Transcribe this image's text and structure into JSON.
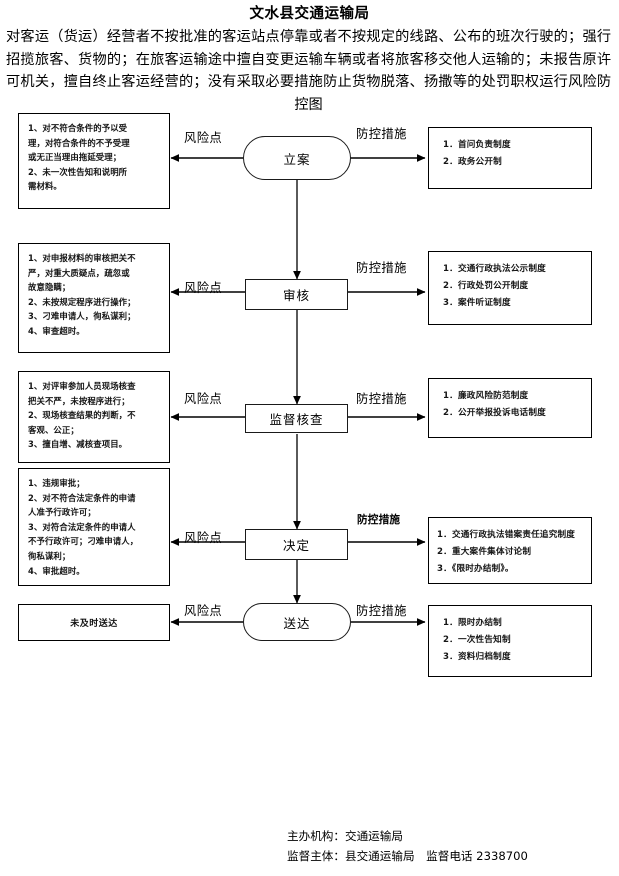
{
  "header": {
    "title": "文水县交通运输局",
    "subtitle": "对客运（货运）经营者不按批准的客运站点停靠或者不按规定的线路、公布的班次行驶的；强行招揽旅客、货物的；在旅客运输途中擅自变更运输车辆或者将旅客移交他人运输的；未报告原许可机关，擅自终止客运经营的；没有采取必要措施防止货物脱落、扬撒等的处罚职权运行风险防控图"
  },
  "labels": {
    "risk_point": "风险点",
    "control_measure": "防控措施"
  },
  "rows": [
    {
      "id": "liap",
      "node": "立案",
      "node_shape": "stadium",
      "risk_lines": [
        "1、对不符合条件的予以受",
        "理，对符合条件的不予受理",
        "或无正当理由拖延受理；",
        "2、未一次性告知和说明所",
        "需材料。"
      ],
      "measure_lines": [
        "1．首问负责制度",
        "2．政务公开制"
      ]
    },
    {
      "id": "shenhe",
      "node": "审核",
      "node_shape": "rect",
      "risk_lines": [
        "1、对申报材料的审核把关不",
        "严，对重大质疑点，疏忽或",
        "故意隐瞒；",
        "2、未按规定程序进行操作；",
        "3、刁难申请人，徇私谋利；",
        "4、审查超时。"
      ],
      "measure_lines": [
        "1．交通行政执法公示制度",
        "2．行政处罚公开制度",
        "3．案件听证制度"
      ]
    },
    {
      "id": "jiandu",
      "node": "监督核查",
      "node_shape": "rect",
      "risk_lines": [
        "1、对评审参加人员现场核查",
        "把关不严，未按程序进行；",
        "2、现场核查结果的判断，不",
        "客观、公正；",
        "3、擅自增、减核查项目。"
      ],
      "measure_lines": [
        "1．廉政风险防范制度",
        "2．公开举报投诉电话制度"
      ]
    },
    {
      "id": "jueding",
      "node": "决定",
      "node_shape": "rect",
      "risk_lines": [
        "1、违规审批；",
        "2、对不符合法定条件的申请",
        "人准予行政许可；",
        "3、对符合法定条件的申请人",
        "不予行政许可；刁难申请人，",
        "徇私谋利；",
        "4、审批超时。"
      ],
      "measure_lines": [
        "1．交通行政执法错案责任追究制度",
        "2．重大案件集体讨论制",
        "3．《限时办结制》。"
      ]
    },
    {
      "id": "songda",
      "node": "送达",
      "node_shape": "stadium",
      "risk_lines": [
        "未及时送达"
      ],
      "measure_lines": [
        "1．限时办结制",
        "2．一次性告知制",
        "3．资料归档制度"
      ]
    }
  ],
  "footer": {
    "organizer": "主办机构：交通运输局",
    "supervisor": "监督主体：县交通运输局　监督电话 2338700"
  }
}
